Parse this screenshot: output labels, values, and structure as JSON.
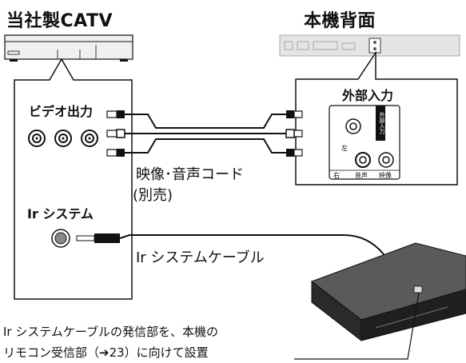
{
  "left_device": {
    "title": "当社製CATV"
  },
  "right_device": {
    "title": "本機背面"
  },
  "catv_panel": {
    "video_out_label": "ビデオ出力",
    "ir_label": "Ir システム"
  },
  "input_panel": {
    "title": "外部入力",
    "vertical_tag": "外部入力",
    "left_label": "左",
    "right_label": "右",
    "audio_label": "音声",
    "video_label": "映像"
  },
  "av_cord": {
    "line1": "映像･音声コード",
    "line2": "(別売)"
  },
  "ir_cable": {
    "label": "Ir システムケーブル"
  },
  "note": {
    "line1": "Ir システムケーブルの発信部を、本機の",
    "line2": "リモコン受信部（➔23）に向けて設置"
  },
  "colors": {
    "line": "#111111",
    "device_top": "#4a4a4a",
    "device_side": "#222222",
    "panel_bg": "#ffffff",
    "grey_box": "#e6e6e6"
  }
}
